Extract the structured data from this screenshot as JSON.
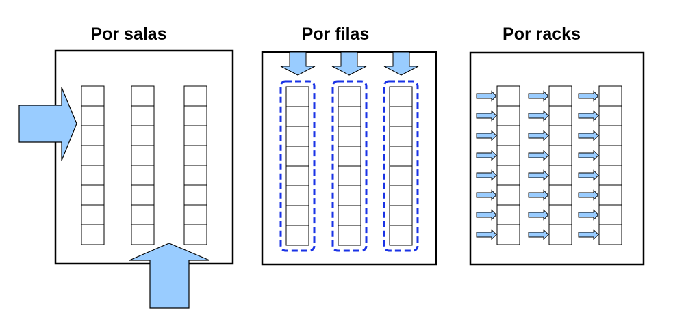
{
  "panels": [
    {
      "title": "Por salas",
      "airflow": "room"
    },
    {
      "title": "Por filas",
      "airflow": "row"
    },
    {
      "title": "Por racks",
      "airflow": "rack"
    }
  ],
  "racks_per_panel": 3,
  "units_per_rack": 8,
  "colors": {
    "arrow_fill": "#99ccff",
    "containment_border": "#1a33e6",
    "line": "#000000",
    "background": "#ffffff"
  }
}
